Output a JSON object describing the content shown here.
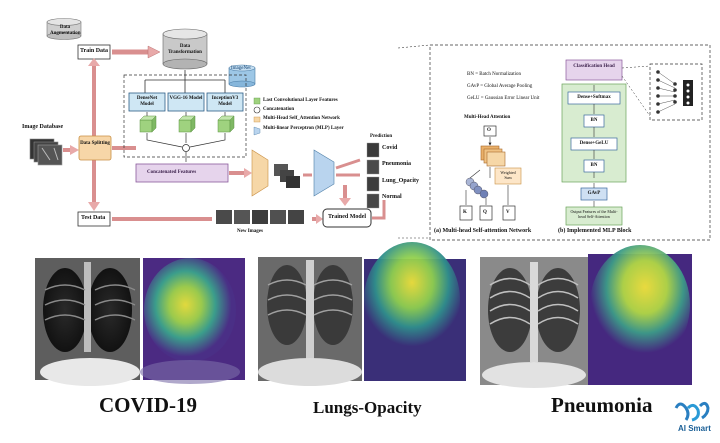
{
  "pipeline": {
    "data_augmentation": "Data Augmentation",
    "train_data": "Train Data",
    "data_transformation": "Data Transformation",
    "imagenet": "ImageNet",
    "image_database": "Image Database",
    "data_splitting": "Data Splitting",
    "test_data": "Test Data",
    "models": [
      "DenseNet Model",
      "VGG-16 Model",
      "InceptionV3 Model"
    ],
    "concatenated_features": "Concatenated Features",
    "new_images": "New Images",
    "trained_model": "Trained Model",
    "prediction_title": "Prediction",
    "predictions": [
      "Covid",
      "Pneumonia",
      "Lung_Opacity",
      "Normal"
    ]
  },
  "legend": {
    "items": [
      "Last Convolutional Layer Features",
      "Concatenation",
      "Multi-Head Self_Attention Network",
      "Multi-linear Perceptron (MLP) Layer"
    ]
  },
  "attention_panel": {
    "abbreviations": [
      "BN = Batch Normalization",
      "GAvP = Global Average Pooling",
      "GeLU = Gaussian Error Linear Unit"
    ],
    "mha_title": "Multi-Head Attention",
    "o_label": "O",
    "weighted_sum": "Weighted Sum",
    "kqv": [
      "K",
      "Q",
      "V"
    ],
    "caption_a": "(a) Multi-head Self-attention Network",
    "classification_head": "Classification Head",
    "dense_softmax": "Dense+Softmax",
    "bn": "BN",
    "dense_gelu": "Dense+GeLU",
    "gavp": "GAvP",
    "output_features": "Output Features of the Multi-head Self-Attention",
    "caption_b": "(b) Implemented MLP Block"
  },
  "bottom": {
    "labels": [
      "COVID-19",
      "Lungs-Opacity",
      "Pneumonia"
    ],
    "logo_text": "AI Smart"
  },
  "colors": {
    "accent_pink": "#f4c3c3",
    "arrow_pink": "#e8a9a9",
    "model_blue": "#cfe7f4",
    "feature_green": "#a9d98b",
    "attention_orange": "#f6d7a7",
    "funnel_blue": "#b9d4ee",
    "mlp_green": "#d8ecd0",
    "heatmap_purple": "#4b2a82"
  }
}
